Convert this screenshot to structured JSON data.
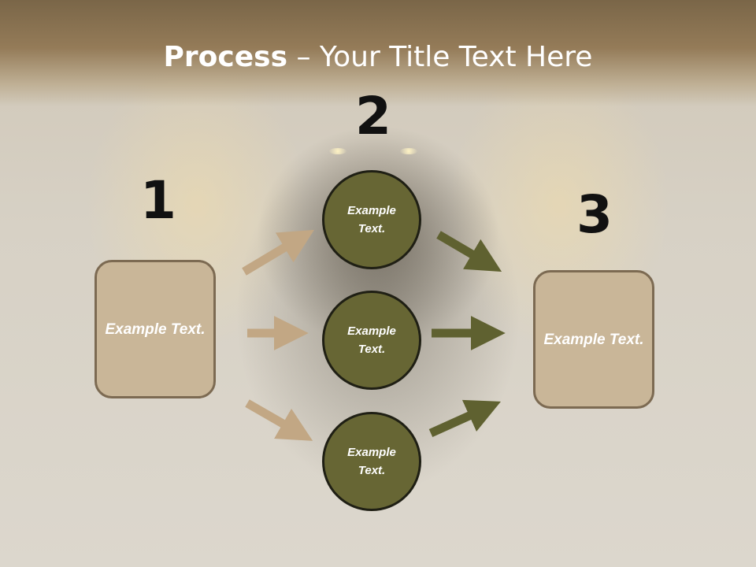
{
  "title": {
    "bold": "Process",
    "rest": " – Your Title Text Here"
  },
  "numbers": {
    "n1": "1",
    "n2": "2",
    "n3": "3"
  },
  "boxes": {
    "left": "Example Text.",
    "right": "Example Text."
  },
  "circles": {
    "top": "Example Text.",
    "middle": "Example Text.",
    "bottom": "Example Text."
  },
  "colors": {
    "box_fill": "#c9b698",
    "circle_fill": "#676634",
    "arrow_tan": "#c2a784",
    "arrow_olive": "#5f6130"
  }
}
